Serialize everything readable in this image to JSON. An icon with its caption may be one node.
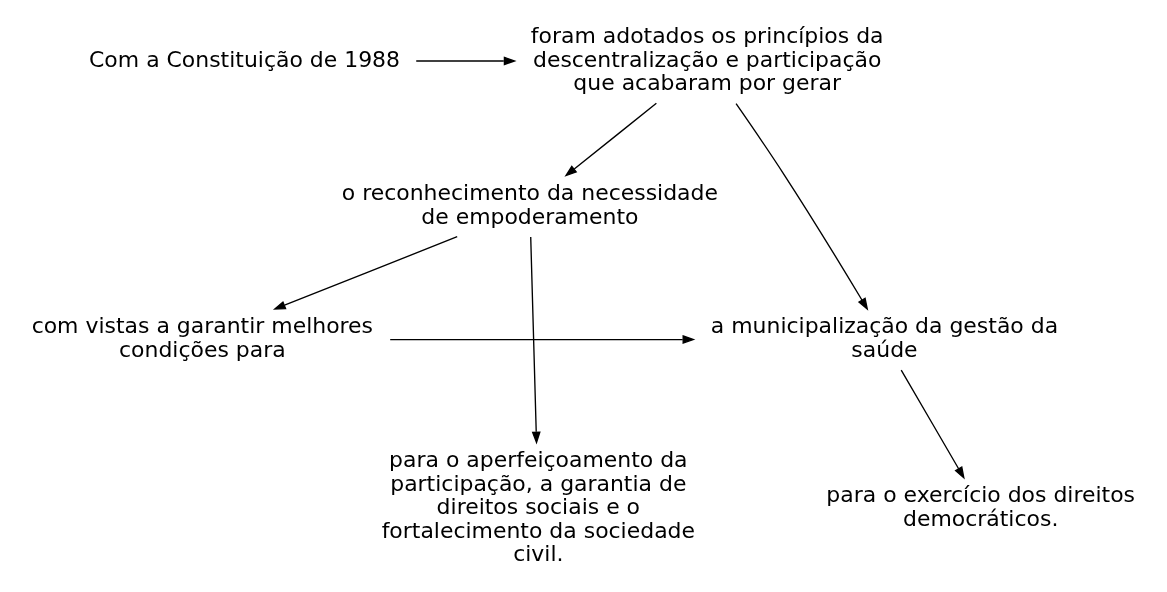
{
  "diagram": {
    "nodes": [
      {
        "text": [
          "Com a Constituição de 1988"
        ]
      },
      {
        "text": [
          "foram adotados os princípios da descentralização e participação que acabaram por gerar"
        ]
      },
      {
        "text": [
          "o reconhecimento da necessidade de empoderamento"
        ]
      },
      {
        "text": [
          "a municipalização da gestão da saúde"
        ]
      },
      {
        "text": [
          "com vistas a garantir melhores condições para"
        ]
      },
      {
        "text": [
          "para o aperfeiçoamento da participação, a garantia de direitos sociais e o fortalecimento da sociedade civil."
        ]
      },
      {
        "text": [
          "para o exercício dos direitos democráticos."
        ]
      }
    ],
    "edges": [
      {
        "from": 0,
        "to": 1,
        "arrow": "to"
      },
      {
        "from": 1,
        "to": 2,
        "arrow": "to"
      },
      {
        "from": 1,
        "to": 3,
        "arrow": "to"
      },
      {
        "from": 2,
        "to": 4,
        "arrow": "to"
      },
      {
        "from": 4,
        "to": 3,
        "arrow": "to"
      },
      {
        "from": 2,
        "to": 5,
        "arrow": "to"
      },
      {
        "from": 3,
        "to": 6,
        "arrow": "to"
      }
    ]
  }
}
